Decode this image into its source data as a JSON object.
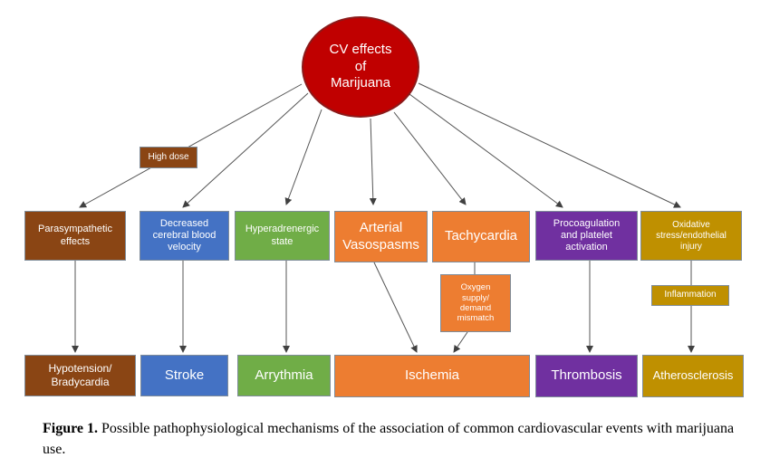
{
  "center": {
    "label": "CV effects\nof\nMarijuana",
    "color": "#c00000"
  },
  "annotations": {
    "high_dose": "High dose",
    "oxygen": "Oxygen\nsupply/\ndemand\nmismatch",
    "inflammation": "Inflammation"
  },
  "mechanisms": [
    {
      "label": "Parasympathetic\neffects",
      "color": "#8a4514"
    },
    {
      "label": "Decreased\ncerebral blood\nvelocity",
      "color": "#4472c4"
    },
    {
      "label": "Hyperadrenergic\nstate",
      "color": "#70ad47"
    },
    {
      "label": "Arterial\nVasospasms",
      "color": "#ed7d31"
    },
    {
      "label": "Tachycardia",
      "color": "#ed7d31"
    },
    {
      "label": "Procoagulation\nand platelet\nactivation",
      "color": "#7030a0"
    },
    {
      "label": "Oxidative\nstress/endothelial\ninjury",
      "color": "#bf9000"
    }
  ],
  "outcomes": [
    {
      "label": "Hypotension/\nBradycardia",
      "color": "#8a4514"
    },
    {
      "label": "Stroke",
      "color": "#4472c4"
    },
    {
      "label": "Arrythmia",
      "color": "#70ad47"
    },
    {
      "label": "Ischemia",
      "color": "#ed7d31"
    },
    {
      "label": "Thrombosis",
      "color": "#7030a0"
    },
    {
      "label": "Atherosclerosis",
      "color": "#bf9000"
    }
  ],
  "caption": {
    "label": "Figure 1.",
    "text": " Possible pathophysiological mechanisms of the association of common cardiovascular events with marijuana use."
  }
}
